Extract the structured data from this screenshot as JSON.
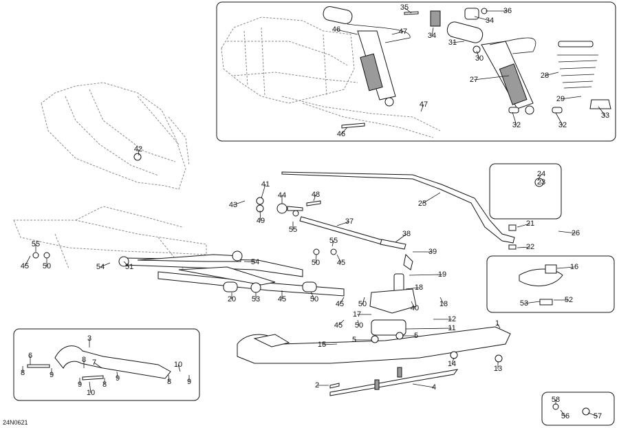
{
  "drawing_id": "24N0621",
  "callouts": [
    "35",
    "36",
    "46",
    "47",
    "34",
    "34",
    "31",
    "30",
    "27",
    "28",
    "29",
    "33",
    "32",
    "32",
    "47",
    "46",
    "42",
    "41",
    "43",
    "49",
    "44",
    "48",
    "55",
    "24",
    "23",
    "25",
    "37",
    "21",
    "26",
    "38",
    "22",
    "39",
    "55",
    "45",
    "50",
    "54",
    "51",
    "54",
    "50",
    "45",
    "55",
    "45",
    "50",
    "18",
    "40",
    "16",
    "19",
    "18",
    "53",
    "52",
    "20",
    "53",
    "45",
    "50",
    "45",
    "50",
    "17",
    "12",
    "11",
    "1",
    "5",
    "5",
    "15",
    "3",
    "6",
    "8",
    "9",
    "8",
    "7",
    "9",
    "10",
    "8",
    "9",
    "10",
    "8",
    "9",
    "14",
    "13",
    "2",
    "4",
    "58",
    "56",
    "57"
  ]
}
